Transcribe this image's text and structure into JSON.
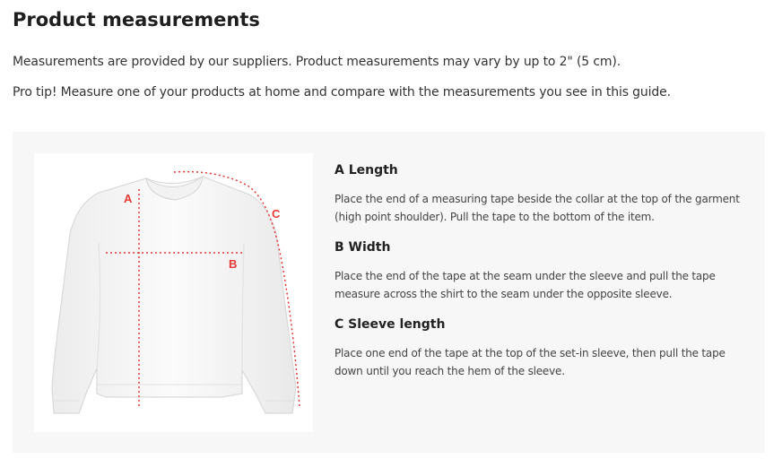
{
  "heading": "Product measurements",
  "intro": [
    "Measurements are provided by our suppliers. Product measurements may vary by up to 2\" (5 cm).",
    "Pro tip! Measure one of your products at home and compare with the measurements you see in this guide."
  ],
  "diagram": {
    "labels": {
      "a": "A",
      "b": "B",
      "c": "C"
    },
    "accent_color": "#e53935"
  },
  "measurements": [
    {
      "title": "A Length",
      "description": "Place the end of a measuring tape beside the collar at the top of the garment (high point shoulder). Pull the tape to the bottom of the item."
    },
    {
      "title": "B Width",
      "description": "Place the end of the tape at the seam under the sleeve and pull the tape measure across the shirt to the seam under the opposite sleeve."
    },
    {
      "title": "C Sleeve length",
      "description": "Place one end of the tape at the top of the set-in sleeve, then pull the tape down until you reach the hem of the sleeve."
    }
  ]
}
